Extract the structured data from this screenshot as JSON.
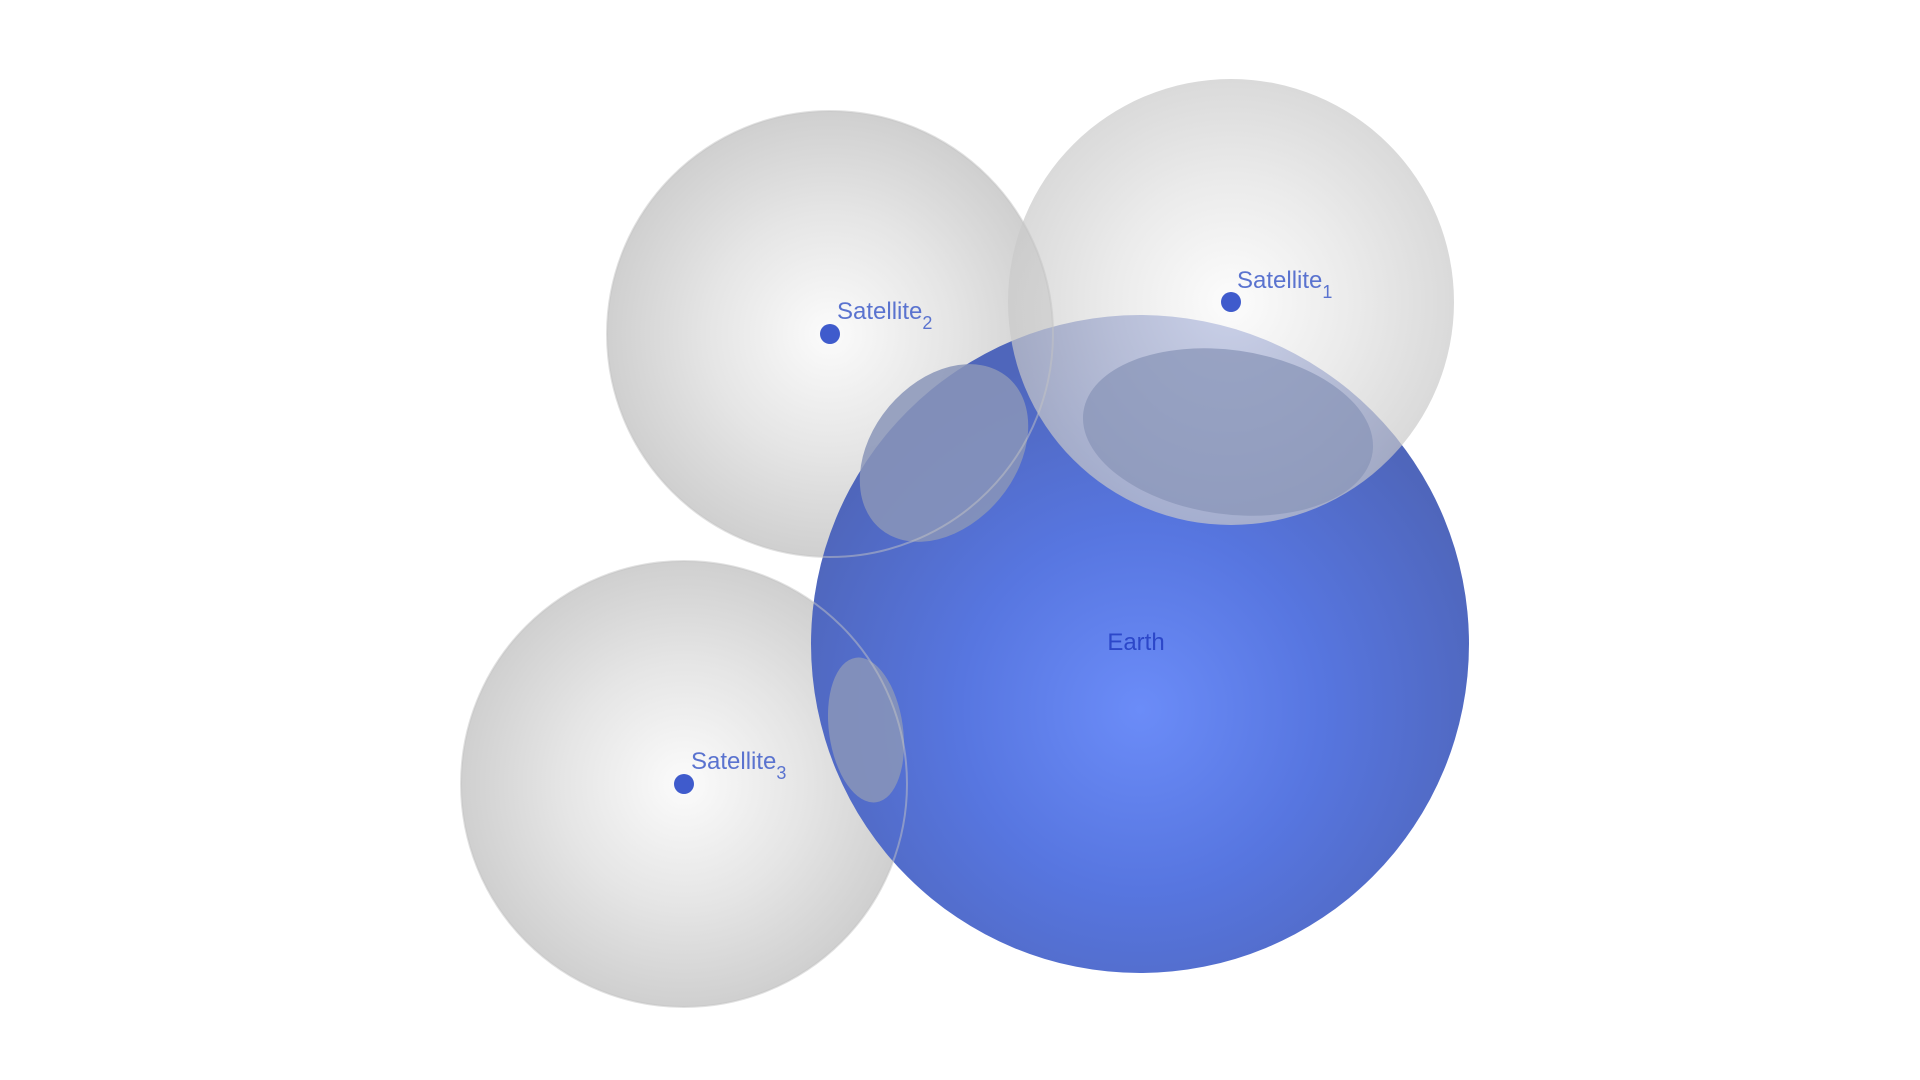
{
  "earth": {
    "label": "Earth",
    "color": "#4f6fd6",
    "label_color": "#2c47c9"
  },
  "satellites": [
    {
      "id": "sat1",
      "name": "Satellite",
      "index": "1"
    },
    {
      "id": "sat2",
      "name": "Satellite",
      "index": "2"
    },
    {
      "id": "sat3",
      "name": "Satellite",
      "index": "3"
    }
  ],
  "colors": {
    "satellite_sphere": "#d6d6d6",
    "satellite_point": "#3f5bcc",
    "satellite_label": "#5a73cf",
    "intersection": "#8a95b8",
    "background": "#ffffff"
  }
}
